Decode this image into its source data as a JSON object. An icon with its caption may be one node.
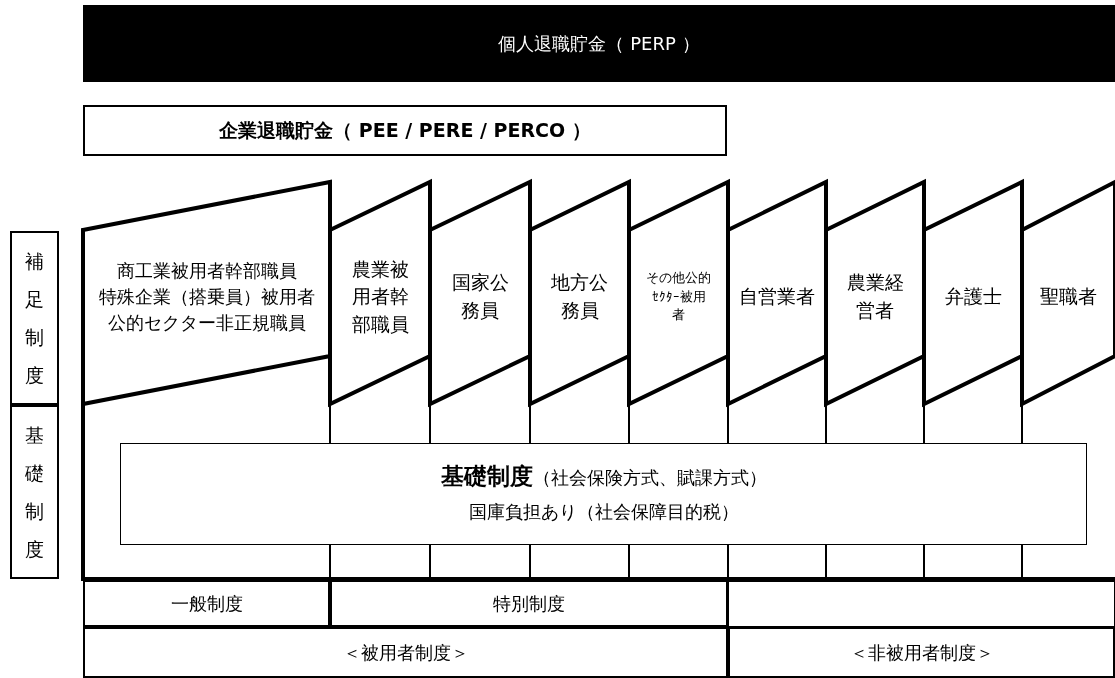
{
  "diagram": {
    "nodes": [
      {
        "text": [
          "個人退職貯金（ PERP ）"
        ]
      },
      {
        "text": [
          "企業退職貯金（ PEE / PERE / PERCO ）"
        ]
      },
      {
        "text": [
          "補足制度"
        ]
      },
      {
        "text": [
          "基礎制度"
        ]
      },
      {
        "text": [
          "商工業被用者幹部職員",
          "特殊企業（搭乗員）被用者",
          "公的セクター非正規職員"
        ]
      },
      {
        "text": [
          "農業被用者幹部職員"
        ]
      },
      {
        "text": [
          "国家公務員"
        ]
      },
      {
        "text": [
          "地方公務員"
        ]
      },
      {
        "text": [
          "その他公的ｾｸﾀｰ被用者"
        ]
      },
      {
        "text": [
          "自営業者"
        ]
      },
      {
        "text": [
          "農業経営者"
        ]
      },
      {
        "text": [
          "弁護士"
        ]
      },
      {
        "text": [
          "聖職者"
        ]
      },
      {
        "text": [
          "**基礎制度**（社会保険方式、賦課方式）",
          "国庫負担あり（社会保障目的税）"
        ]
      },
      {
        "text": [
          "一般制度"
        ]
      },
      {
        "text": [
          "特別制度"
        ]
      },
      {
        "text": [
          "＜被用者制度＞"
        ]
      },
      {
        "text": [
          "＜非被用者制度＞"
        ]
      }
    ]
  }
}
